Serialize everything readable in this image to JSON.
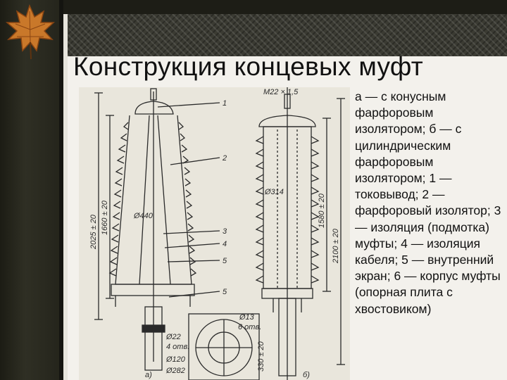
{
  "slide": {
    "title": "Конструкция концевых муфт",
    "caption": "а — с конусным фарфоровым изолятором; б — с цилиндрическим фарфоровым изолятором; 1 — токовывод; 2 — фарфоровый изолятор; 3 — изоляция (подмотка) муфты; 4 — изоляция кабеля; 5 — внутренний экран; 6 — корпус муфты (опорная плита с хвостовиком)"
  },
  "figure": {
    "labels": {
      "thread": "М22 × 1,5",
      "n1": "1",
      "n2": "2",
      "n3": "3",
      "n4": "4",
      "n5a": "5",
      "n5b": "5",
      "h_a_total": "2025 ± 20",
      "h_a_insulator": "1660 ± 20",
      "h_b_total": "2100 ± 20",
      "h_b_insulator": "1580 ± 20",
      "h_b_base": "330 ± 20",
      "d440": "Ø440",
      "d314": "Ø314",
      "d13": "Ø13",
      "holes6": "6 отв.",
      "d22": "Ø22",
      "holes4": "4 отв.",
      "d120": "Ø120",
      "d282": "Ø282",
      "tag_a": "а)",
      "tag_b": "б)"
    }
  },
  "colors": {
    "ink": "#2a2a2a",
    "background": "#f3f1ec",
    "frame": "#1d1d16"
  }
}
